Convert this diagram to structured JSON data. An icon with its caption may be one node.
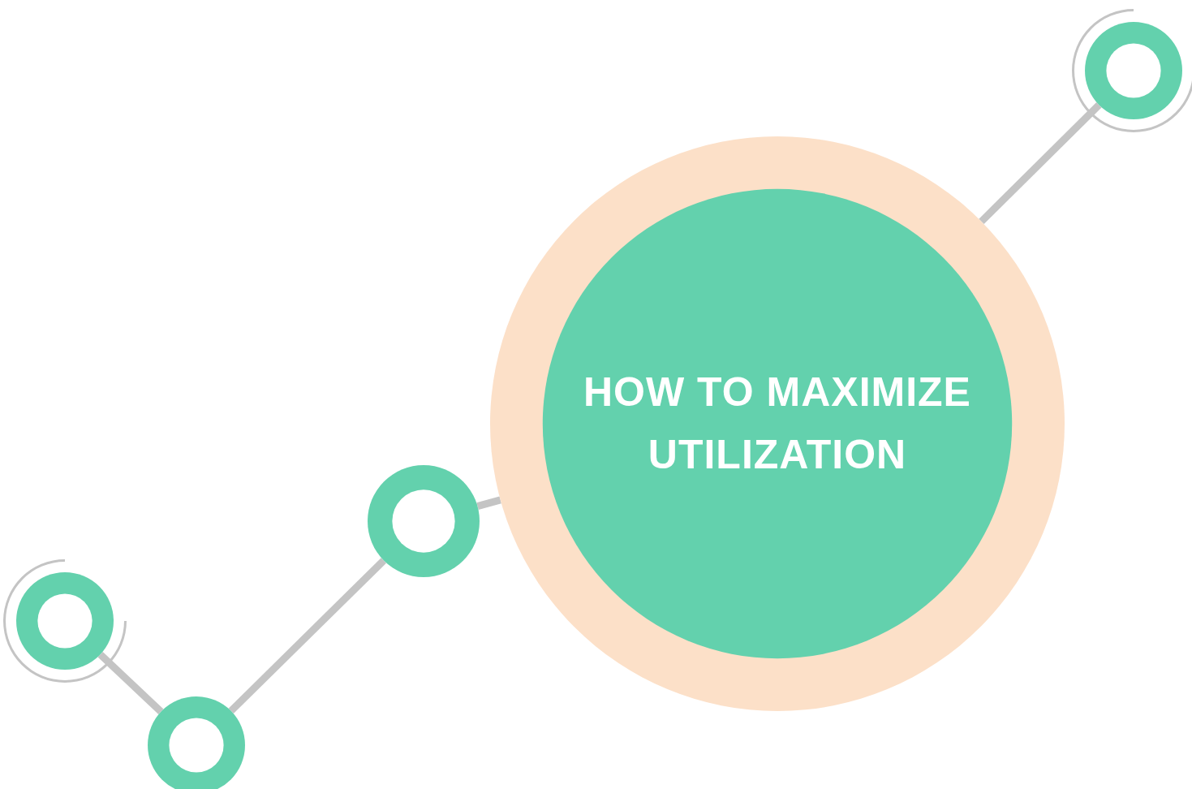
{
  "diagram": {
    "nodes": [
      {
        "text": [
          "HOW TO MAXIMIZE UTILIZATION"
        ]
      },
      {
        "text": [],
        "shape": "circle"
      },
      {
        "text": [],
        "shape": "circle"
      },
      {
        "text": [],
        "shape": "circle"
      },
      {
        "text": [],
        "shape": "circle"
      }
    ],
    "edges": [
      {
        "from": 1,
        "to": 2,
        "arrow": "none"
      },
      {
        "from": 2,
        "to": 3,
        "arrow": "none"
      },
      {
        "from": 3,
        "to": 0,
        "arrow": "none"
      },
      {
        "from": 0,
        "to": 4,
        "arrow": "none"
      }
    ]
  }
}
